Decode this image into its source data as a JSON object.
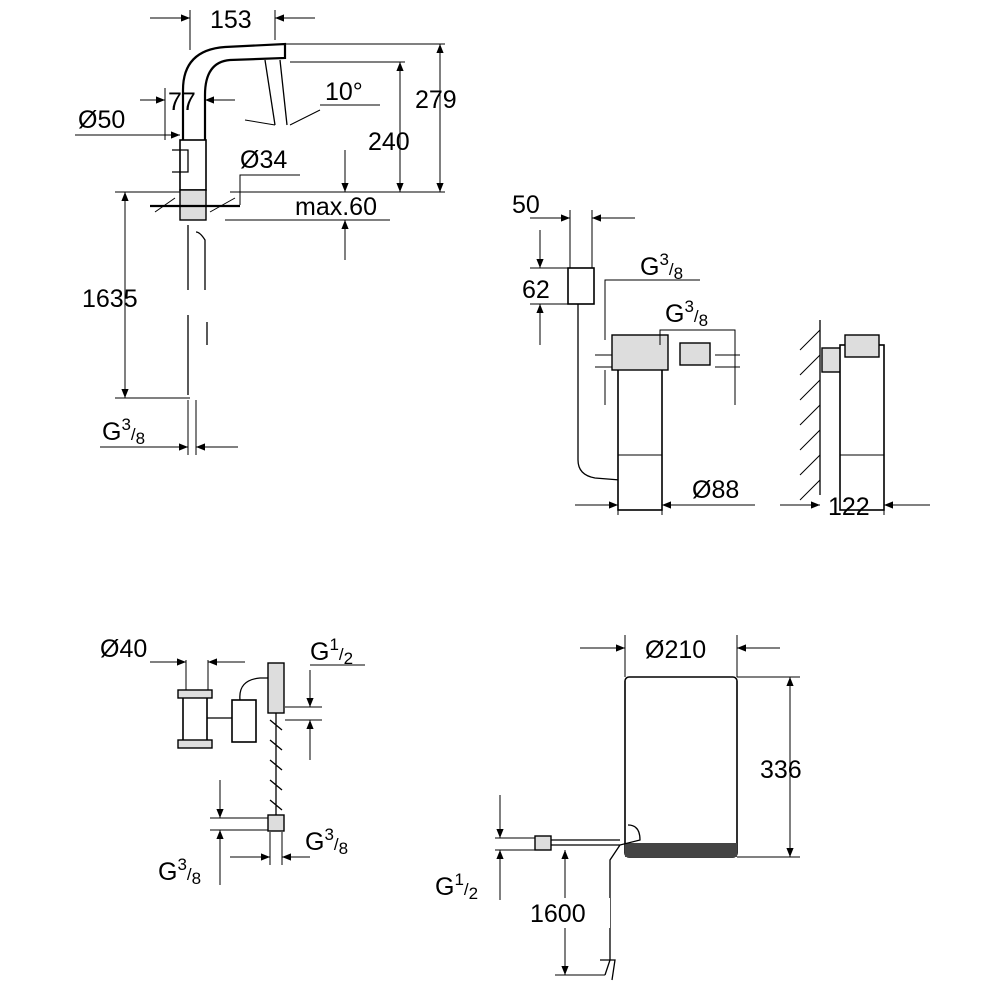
{
  "faucet": {
    "width_total": "153",
    "width_body": "77",
    "angle": "10°",
    "height_total": "279",
    "diameter_base": "Ø50",
    "height_spout": "240",
    "diameter_hole": "Ø34",
    "deck_thickness": "max.60",
    "hose_length": "1635",
    "connection": {
      "g": "G",
      "num": "3",
      "den": "8"
    }
  },
  "filter": {
    "width_head": "50",
    "height_head": "62",
    "connection_top": {
      "g": "G",
      "num": "3",
      "den": "8"
    },
    "connection_side": {
      "g": "G",
      "num": "3",
      "den": "8"
    },
    "diameter": "Ø88",
    "wall_distance": "122"
  },
  "valve": {
    "diameter": "Ø40",
    "connection_inlet": {
      "g": "G",
      "num": "1",
      "den": "2"
    },
    "connection_left": {
      "g": "G",
      "num": "3",
      "den": "8"
    },
    "connection_right": {
      "g": "G",
      "num": "3",
      "den": "8"
    }
  },
  "boiler": {
    "diameter": "Ø210",
    "height": "336",
    "connection": {
      "g": "G",
      "num": "1",
      "den": "2"
    },
    "cable_length": "1600"
  }
}
